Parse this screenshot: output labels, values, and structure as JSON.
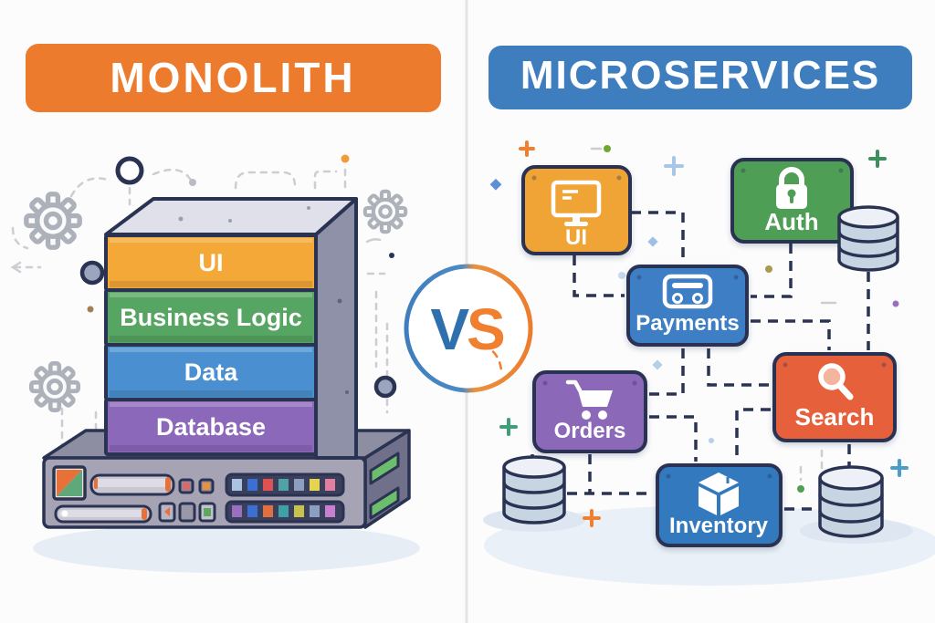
{
  "monolith": {
    "header": "MONOLITH",
    "header_color": "#ED7B2D",
    "layers": [
      {
        "label": "UI",
        "color": "#F3A838"
      },
      {
        "label": "Business Logic",
        "color": "#57A562"
      },
      {
        "label": "Data",
        "color": "#4A90D0"
      },
      {
        "label": "Database",
        "color": "#8C68BA"
      }
    ],
    "server_icon": "server-rack-icon"
  },
  "vs": {
    "v": "V",
    "s": "S",
    "v_color": "#2E6FAE",
    "s_color": "#F08030"
  },
  "microservices": {
    "header": "MICROSERVICES",
    "header_color": "#3E7EBE",
    "services": [
      {
        "label": "UI",
        "color": "#F0A434",
        "icon": "monitor-icon"
      },
      {
        "label": "Auth",
        "color": "#4F9E55",
        "icon": "lock-icon"
      },
      {
        "label": "Payments",
        "color": "#3D7EC4",
        "icon": "credit-card-icon"
      },
      {
        "label": "Orders",
        "color": "#8B68B8",
        "icon": "shopping-cart-icon"
      },
      {
        "label": "Search",
        "color": "#E5613B",
        "icon": "search-icon"
      },
      {
        "label": "Inventory",
        "color": "#3279BE",
        "icon": "package-icon"
      }
    ],
    "database_icons": [
      "database-icon",
      "database-icon",
      "database-icon"
    ]
  },
  "style": {
    "outline": "#2A3352",
    "connector": "#2A3352",
    "background": "#FCFCFD",
    "cylinder_body": "#C7D5E3",
    "cylinder_top": "#EDF1F7",
    "shadow": "#E8EEF6"
  }
}
